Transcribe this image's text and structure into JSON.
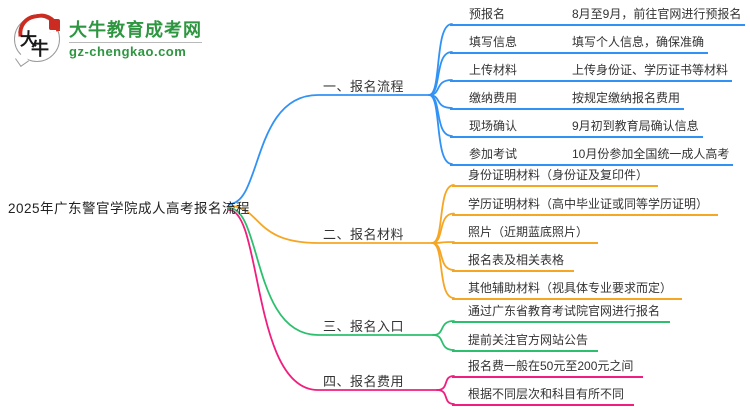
{
  "logo": {
    "icon_text_1": "大",
    "icon_text_2": "牛",
    "site_name": "大牛教育成考网",
    "site_url": "gz-chengkao.com",
    "brand_green": "#2e9640",
    "seal_red": "#cb2b20"
  },
  "central_topic": "2025年广东警官学院成人高考报名流程",
  "branches": [
    {
      "label": "一、报名流程",
      "color": "#3192f5",
      "children": [
        {
          "label": "预报名",
          "detail": "8月至9月，前往官网进行预报名"
        },
        {
          "label": "填写信息",
          "detail": "填写个人信息，确保准确"
        },
        {
          "label": "上传材料",
          "detail": "上传身份证、学历证书等材料"
        },
        {
          "label": "缴纳费用",
          "detail": "按规定缴纳报名费用"
        },
        {
          "label": "现场确认",
          "detail": "9月初到教育局确认信息"
        },
        {
          "label": "参加考试",
          "detail": "10月份参加全国统一成人高考"
        }
      ]
    },
    {
      "label": "二、报名材料",
      "color": "#f5a623",
      "children": [
        {
          "label": "身份证明材料（身份证及复印件）"
        },
        {
          "label": "学历证明材料（高中毕业证或同等学历证明）"
        },
        {
          "label": "照片（近期蓝底照片）"
        },
        {
          "label": "报名表及相关表格"
        },
        {
          "label": "其他辅助材料（视具体专业要求而定）"
        }
      ]
    },
    {
      "label": "三、报名入口",
      "color": "#2cc06e",
      "children": [
        {
          "label": "通过广东省教育考试院官网进行报名"
        },
        {
          "label": "提前关注官方网站公告"
        }
      ]
    },
    {
      "label": "四、报名费用",
      "color": "#f01e7e",
      "children": [
        {
          "label": "报名费一般在50元至200元之间"
        },
        {
          "label": "根据不同层次和科目有所不同"
        }
      ]
    }
  ]
}
